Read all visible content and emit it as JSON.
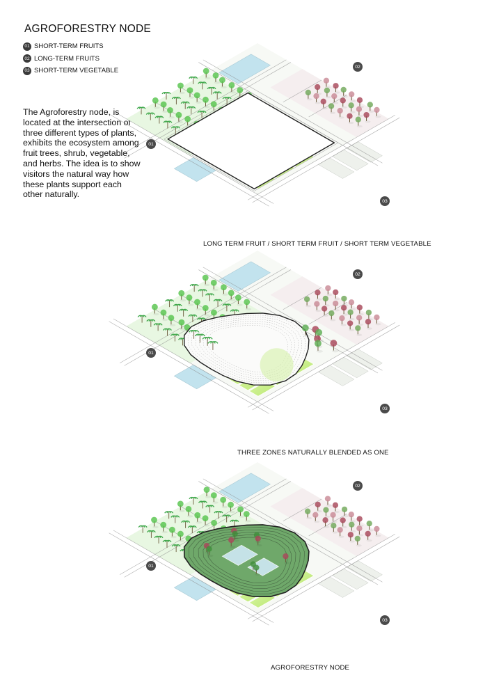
{
  "header": {
    "title": "AGROFORESTRY NODE"
  },
  "legend": [
    {
      "num": "01",
      "label": "SHORT-TERM FRUITS"
    },
    {
      "num": "02",
      "label": "LONG-TERM FRUITS"
    },
    {
      "num": "03",
      "label": "SHORT-TERM VEGETABLE"
    }
  ],
  "description": "The Agroforestry node, is located at the intersection of three different types of plants, exhibits the ecosystem among fruit trees, shrub, vegetable, and herbs. The idea is to show visitors the natural way how these plants support each other naturally.",
  "panels": [
    {
      "caption": "LONG TERM FRUIT / SHORT TERM FRUIT / SHORT TERM VEGETABLE",
      "center": "empty",
      "markers": [
        "01",
        "02",
        "03"
      ]
    },
    {
      "caption": "THREE ZONES NATURALLY BLENDED AS ONE",
      "center": "blended",
      "markers": [
        "01",
        "02",
        "03"
      ]
    },
    {
      "caption": "AGROFORESTRY NODE",
      "center": "node",
      "markers": [
        "01",
        "02",
        "03"
      ]
    }
  ],
  "colors": {
    "short_term_fruit_trees": "#58c44e",
    "long_term_fruit_trees": "#a8485a",
    "vegetable_field": "#b6e86a",
    "road_lines": "#8a8a8a",
    "water": "#c2e3ee",
    "canopy": "#222222"
  }
}
